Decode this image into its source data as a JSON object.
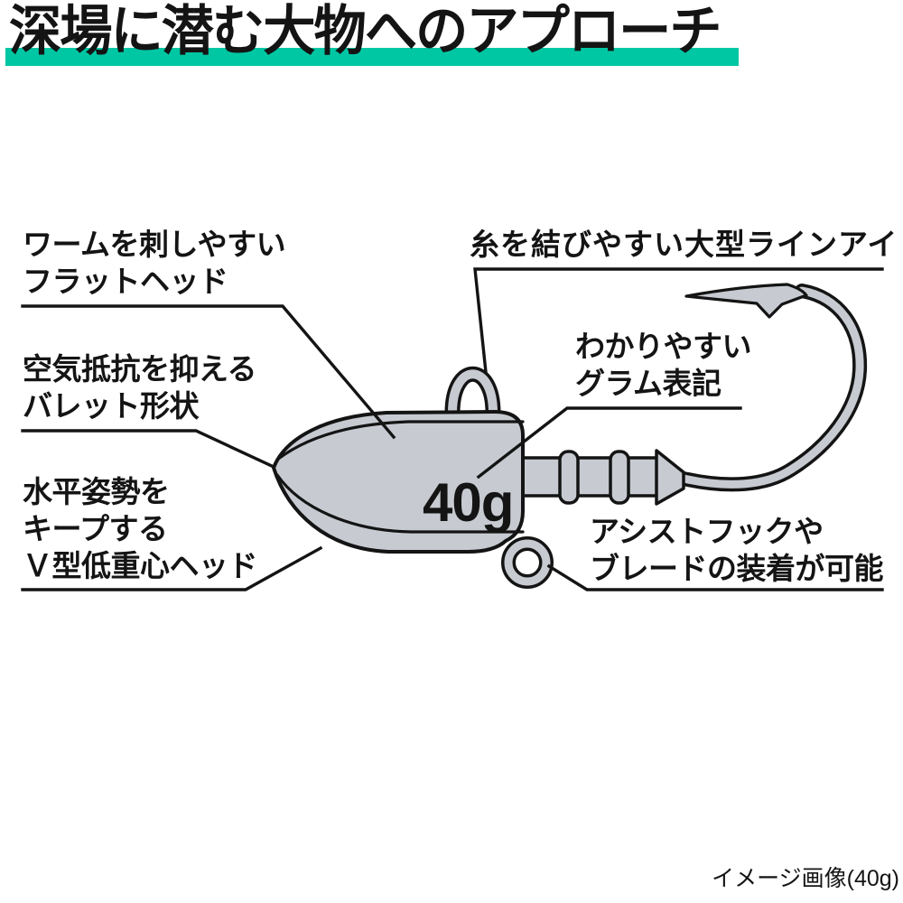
{
  "title": {
    "text": "深場に潜む大物へのアプローチ",
    "accent_color": "#00c7a3"
  },
  "palette": {
    "ink": "#141414",
    "metal": "#c7cbd1",
    "background": "#ffffff"
  },
  "diagram": {
    "weight_label": "40g",
    "caption": "イメージ画像(40g)",
    "callouts": [
      {
        "id": "flat-head",
        "lines": [
          "ワームを刺しやすい",
          "フラットヘッド"
        ]
      },
      {
        "id": "bullet",
        "lines": [
          "空気抵抗を抑える",
          "バレット形状"
        ]
      },
      {
        "id": "v-keel",
        "lines": [
          "水平姿勢を",
          "キープする",
          "Ｖ型低重心ヘッド"
        ]
      },
      {
        "id": "line-eye",
        "lines": [
          "糸を結びやすい大型ラインアイ"
        ]
      },
      {
        "id": "gram-mark",
        "lines": [
          "わかりやすい",
          "グラム表記"
        ]
      },
      {
        "id": "assist",
        "lines": [
          "アシストフックや",
          "ブレードの装着が可能"
        ]
      }
    ]
  }
}
